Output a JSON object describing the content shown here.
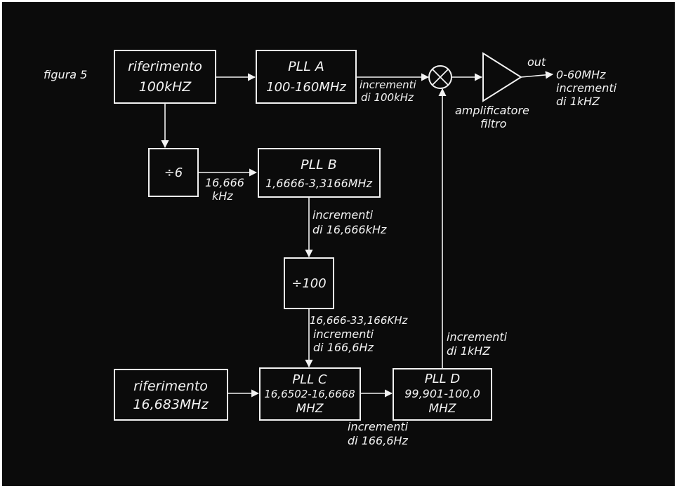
{
  "figure_label": "figura 5",
  "blocks": {
    "ref_100k": [
      "riferimento",
      "100kHZ"
    ],
    "pll_a": [
      "PLL  A",
      "100-160MHz"
    ],
    "div6": [
      "÷6"
    ],
    "pll_b": [
      "PLL  B",
      "1,6666-3,3166MHz"
    ],
    "div100": [
      "÷100"
    ],
    "ref_16683": [
      "riferimento",
      "16,683MHz"
    ],
    "pll_c": [
      "PLL  C",
      "16,6502-16,6668",
      "MHZ"
    ],
    "pll_d": [
      "PLL  D",
      "99,901-100,0",
      "MHZ"
    ]
  },
  "labels": {
    "pll_a_step": [
      "incrementi",
      "di 100kHz"
    ],
    "out": "out",
    "output_spec": [
      "0-60MHz",
      "incrementi",
      "di 1kHZ"
    ],
    "amplifier": [
      "amplificatore",
      "filtro"
    ],
    "freq_16666": [
      "16,666",
      "kHz"
    ],
    "pll_b_step": [
      "incrementi",
      "di 16,666kHz"
    ],
    "div100_out": [
      "16,666-33,166KHz",
      "incrementi",
      "di 166,6Hz"
    ],
    "pll_c_step": [
      "incrementi",
      "di 166,6Hz"
    ],
    "pll_d_step": [
      "incrementi",
      "di 1kHZ"
    ]
  },
  "colors": {
    "background": "#0b0b0b",
    "foreground": "#f2f2f2",
    "border": "#ffffff"
  }
}
